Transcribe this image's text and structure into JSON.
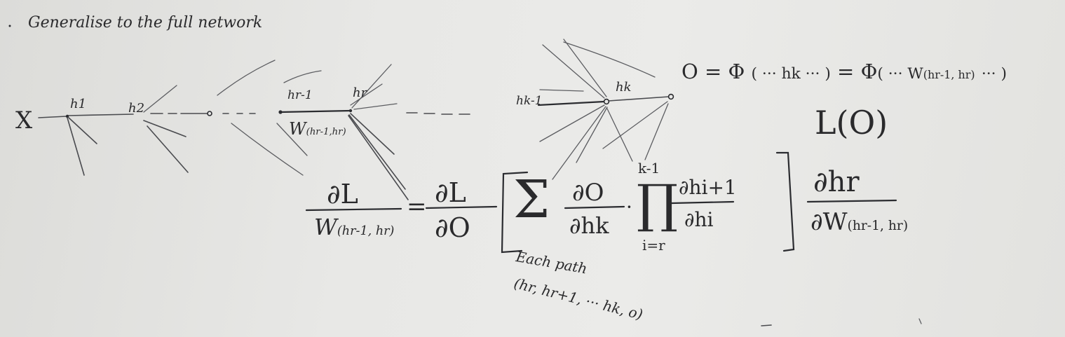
{
  "heading": "Generalise to the full network",
  "input_node": "X",
  "node_labels": {
    "h1": "h1",
    "h2": "h2",
    "hr_minus_1": "hr-1",
    "hr": "hr",
    "hk_minus_1": "hk-1",
    "hk": "hk"
  },
  "weight_label": {
    "main": "W",
    "sub": "(hr-1,hr)"
  },
  "output_eq": {
    "o_equals": "O =",
    "phi": "Φ",
    "args1": "( ··· hk ··· )",
    "equals2": "=",
    "args2_pre": "( ··· W",
    "args2_sub": "(hr-1, hr)",
    "args2_post": "··· )"
  },
  "loss": "L(O)",
  "formula": {
    "lhs_num": "∂L",
    "lhs_den_main": "W",
    "lhs_den_sub": "(hr-1, hr)",
    "eq": "=",
    "dL": "∂L",
    "dO": "∂O",
    "sigma": "Σ",
    "sum_num": "∂O",
    "sum_den": "∂hk",
    "dot": "·",
    "prod_upper": "k-1",
    "prod_symbol": "∏",
    "prod_lower": "i=r",
    "prod_num": "∂hi+1",
    "prod_den": "∂hi",
    "last_num": "∂hr",
    "last_den_main": "∂W",
    "last_den_sub": "(hr-1, hr)",
    "each_path": "Each path",
    "path_seq": "(hr, hr+1, ··· hk, o)"
  }
}
